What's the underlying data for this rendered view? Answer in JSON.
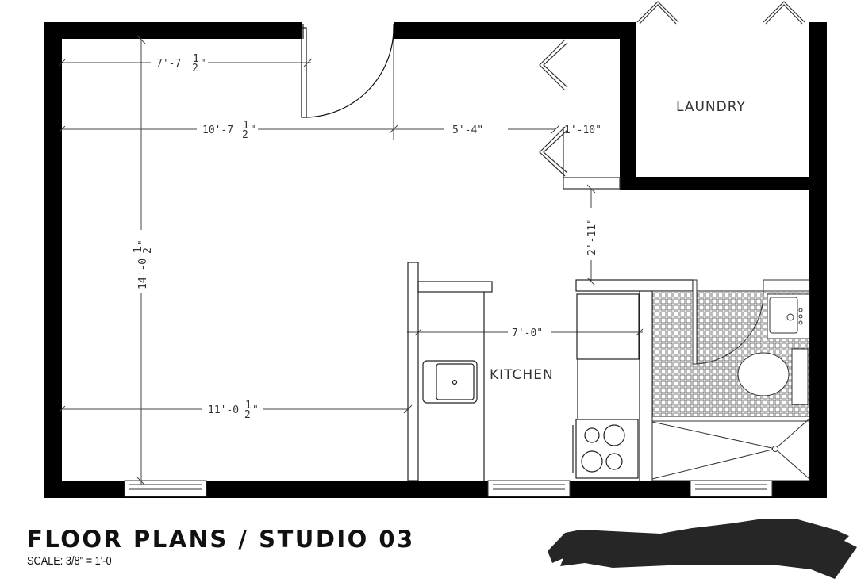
{
  "title": "FLOOR PLANS / STUDIO 03",
  "scale": "SCALE: 3/8\" = 1'-0",
  "rooms": {
    "laundry": "LAUNDRY",
    "kitchen": "KITCHEN"
  },
  "dimensions": {
    "top_left_width": "7'-7",
    "main_width": "10'-7",
    "hall_width": "5'-4\"",
    "closet_width": "1'-10\"",
    "overall_depth": "14'-0",
    "hall_depth": "2'-11\"",
    "kitchen_width": "7'-0\"",
    "bottom_width": "11'-0",
    "half_fraction_num": "1",
    "half_fraction_den": "2",
    "inch_mark": "\""
  },
  "colors": {
    "wall": "#000000",
    "line": "#333333",
    "brush": "#262626",
    "background": "#ffffff"
  }
}
